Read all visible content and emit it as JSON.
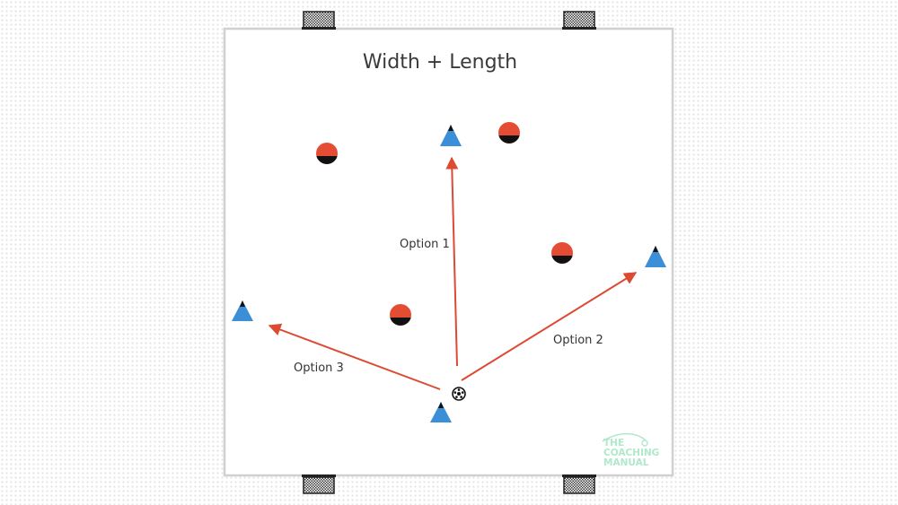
{
  "diagram": {
    "title": "Width + Length",
    "options": [
      {
        "id": "option-1",
        "label": "Option 1"
      },
      {
        "id": "option-2",
        "label": "Option 2"
      },
      {
        "id": "option-3",
        "label": "Option 3"
      }
    ],
    "watermark": {
      "lines": [
        "THE",
        "COACHING",
        "MANUAL"
      ]
    },
    "colors": {
      "pitch_border": "#d0d0d0",
      "pitch_fill": "#ffffff",
      "team_attack": "#3a8fd6",
      "team_defend": "#e44d34",
      "arrow": "#dd4a33",
      "watermark": "#a8e6c6"
    },
    "icons": {
      "attacker": "blue-triangle-cone-icon",
      "defender": "red-disc-marker-icon",
      "ball": "soccer-ball-icon",
      "goal": "mini-goal-net-icon"
    }
  }
}
